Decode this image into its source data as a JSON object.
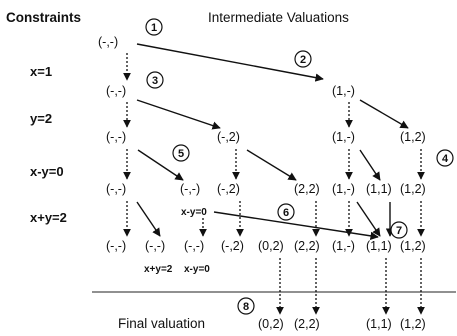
{
  "header": {
    "constraints_label": "Constraints",
    "valuations_label": "Intermediate Valuations"
  },
  "constraints": [
    "x=1",
    "y=2",
    "x-y=0",
    "x+y=2"
  ],
  "badges": [
    "1",
    "2",
    "3",
    "4",
    "5",
    "6",
    "7",
    "8"
  ],
  "nodes": {
    "r0": [
      "(-,-)"
    ],
    "r1": [
      "(-,-)",
      "(1,-)"
    ],
    "r2": [
      "(-,-)",
      "(-,2)",
      "(1,-)",
      "(1,2)"
    ],
    "r3": [
      "(-,-)",
      "(-,-)",
      "(-,2)",
      "(2,2)",
      "(1,-)",
      "(1,1)",
      "(1,2)"
    ],
    "r4": [
      "(-,-)",
      "(-,-)",
      "(-,-)",
      "(-,2)",
      "(0,2)",
      "(2,2)",
      "(1,-)",
      "(1,1)",
      "(1,2)"
    ],
    "final": [
      "(0,2)",
      "(2,2)",
      "(1,1)",
      "(1,2)"
    ]
  },
  "sublabels": {
    "r3_mid": "x-y=0",
    "r4_a": "x+y=2",
    "r4_b": "x-y=0"
  },
  "footer": {
    "final_label": "Final valuation"
  }
}
